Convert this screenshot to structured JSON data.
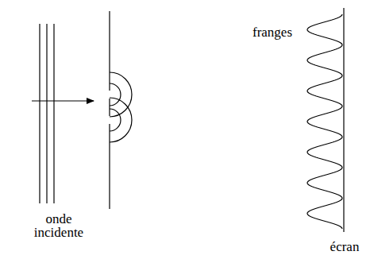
{
  "diagram": {
    "labels": [
      "franges",
      "onde incidente",
      "écran"
    ]
  }
}
